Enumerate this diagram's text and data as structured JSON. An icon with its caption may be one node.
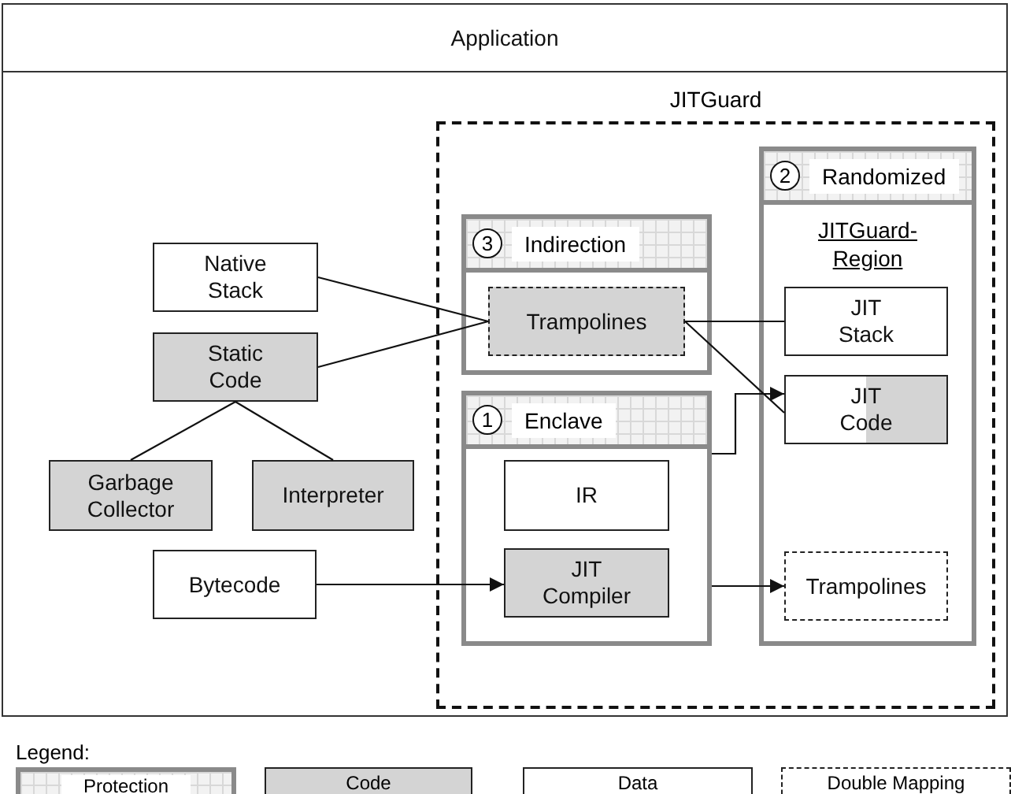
{
  "diagram": {
    "nodes": [
      {
        "text": [
          "Application"
        ]
      },
      {
        "text": [
          "JITGuard"
        ],
        "in": 0
      },
      {
        "text": [
          "Indirection"
        ],
        "beside": [
          "3"
        ],
        "in": 1
      },
      {
        "text": [
          "Trampolines"
        ],
        "in": 2
      },
      {
        "text": [
          "Enclave"
        ],
        "beside": [
          "1"
        ],
        "in": 1
      },
      {
        "text": [
          "IR"
        ],
        "in": 4
      },
      {
        "text": [
          "JIT Compiler"
        ],
        "in": 4
      },
      {
        "text": [
          "Randomized",
          "JITGuard-Region"
        ],
        "beside": [
          "2"
        ],
        "in": 1
      },
      {
        "text": [
          "JIT Stack"
        ],
        "in": 7
      },
      {
        "text": [
          "JIT Code"
        ],
        "in": 7
      },
      {
        "text": [
          "Trampolines"
        ],
        "in": 7
      },
      {
        "text": [
          "Native Stack"
        ],
        "in": 0
      },
      {
        "text": [
          "Static Code"
        ],
        "in": 0
      },
      {
        "text": [
          "Garbage Collector"
        ],
        "in": 0
      },
      {
        "text": [
          "Interpreter"
        ],
        "in": 0
      },
      {
        "text": [
          "Bytecode"
        ],
        "in": 0
      }
    ],
    "edges": [
      {
        "from": 11,
        "to": 3,
        "arrow": "none"
      },
      {
        "from": 12,
        "to": 3,
        "arrow": "none"
      },
      {
        "from": 12,
        "to": 13,
        "arrow": "none"
      },
      {
        "from": 12,
        "to": 14,
        "arrow": "none"
      },
      {
        "from": 15,
        "to": 6,
        "arrow": "to"
      },
      {
        "from": 3,
        "to": 8,
        "arrow": "none"
      },
      {
        "from": 3,
        "to": 9,
        "arrow": "none"
      },
      {
        "from": 4,
        "to": 9,
        "arrow": "to"
      },
      {
        "from": 4,
        "to": 10,
        "arrow": "to"
      }
    ],
    "labels": [
      "Legend:"
    ],
    "legend": [
      {
        "text": "Protection"
      },
      {
        "text": "Code",
        "color": "#d4d4d4"
      },
      {
        "text": "Data",
        "color": "#ffffff"
      },
      {
        "text": "Double Mapping"
      }
    ]
  }
}
